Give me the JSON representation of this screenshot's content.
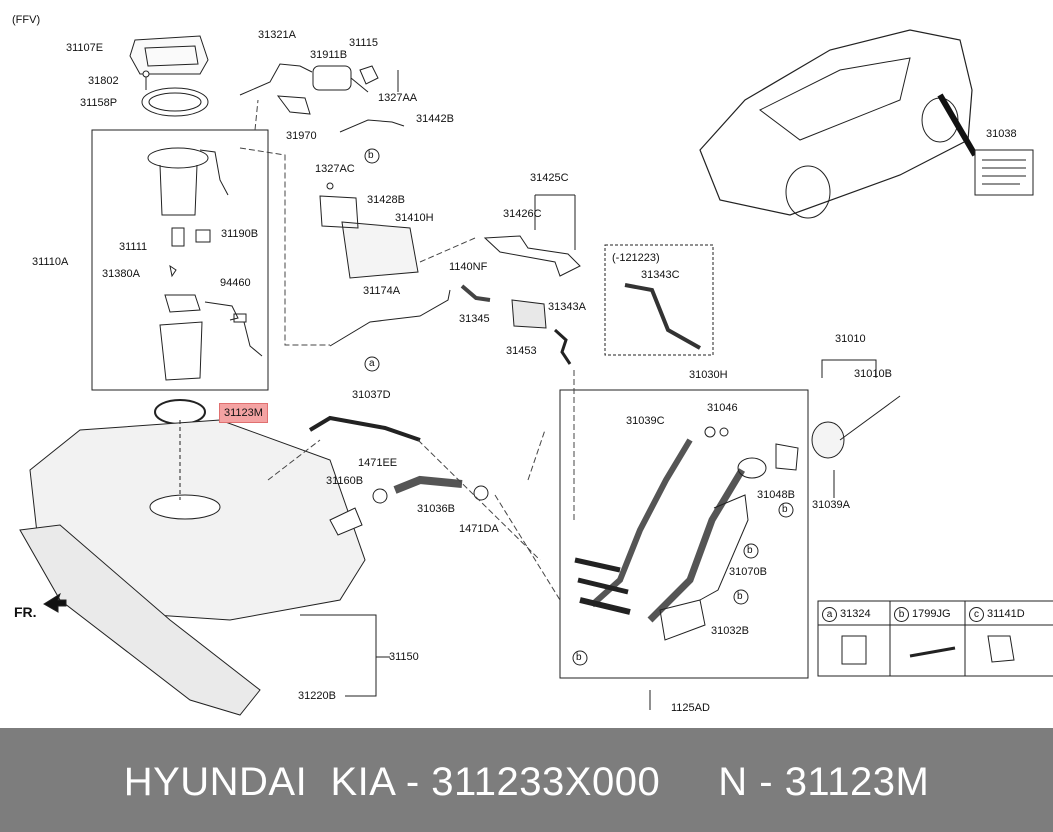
{
  "variant": "(FFV)",
  "labels": [
    {
      "id": "31107E",
      "text": "31107E"
    },
    {
      "id": "31802",
      "text": "31802"
    },
    {
      "id": "31158P",
      "text": "31158P"
    },
    {
      "id": "31321A",
      "text": "31321A"
    },
    {
      "id": "31911B",
      "text": "31911B"
    },
    {
      "id": "31115",
      "text": "31115"
    },
    {
      "id": "1327AA",
      "text": "1327AA"
    },
    {
      "id": "31970",
      "text": "31970"
    },
    {
      "id": "31442B",
      "text": "31442B"
    },
    {
      "id": "1327AC",
      "text": "1327AC"
    },
    {
      "id": "31428B",
      "text": "31428B"
    },
    {
      "id": "31410H",
      "text": "31410H"
    },
    {
      "id": "31425C",
      "text": "31425C"
    },
    {
      "id": "31426C",
      "text": "31426C"
    },
    {
      "id": "1140NF",
      "text": "1140NF"
    },
    {
      "id": "31174A",
      "text": "31174A"
    },
    {
      "id": "31345",
      "text": "31345"
    },
    {
      "id": "31343A",
      "text": "31343A"
    },
    {
      "id": "31453",
      "text": "31453"
    },
    {
      "id": "121223",
      "text": "(-121223)"
    },
    {
      "id": "31343C",
      "text": "31343C"
    },
    {
      "id": "31038",
      "text": "31038"
    },
    {
      "id": "31110A",
      "text": "31110A"
    },
    {
      "id": "31111",
      "text": "31111"
    },
    {
      "id": "31190B",
      "text": "31190B"
    },
    {
      "id": "31380A",
      "text": "31380A"
    },
    {
      "id": "94460",
      "text": "94460"
    },
    {
      "id": "31123M",
      "text": "31123M"
    },
    {
      "id": "31037D",
      "text": "31037D"
    },
    {
      "id": "1471EE",
      "text": "1471EE"
    },
    {
      "id": "31160B",
      "text": "31160B"
    },
    {
      "id": "31036B",
      "text": "31036B"
    },
    {
      "id": "1471DA",
      "text": "1471DA"
    },
    {
      "id": "31030H",
      "text": "31030H"
    },
    {
      "id": "31039C",
      "text": "31039C"
    },
    {
      "id": "31046",
      "text": "31046"
    },
    {
      "id": "31048B",
      "text": "31048B"
    },
    {
      "id": "31010",
      "text": "31010"
    },
    {
      "id": "31010B",
      "text": "31010B"
    },
    {
      "id": "31039A",
      "text": "31039A"
    },
    {
      "id": "31070B",
      "text": "31070B"
    },
    {
      "id": "31032B",
      "text": "31032B"
    },
    {
      "id": "1125AD",
      "text": "1125AD"
    },
    {
      "id": "31150",
      "text": "31150"
    },
    {
      "id": "31220B",
      "text": "31220B"
    },
    {
      "id": "FR",
      "text": "FR."
    }
  ],
  "callouts": {
    "a": "a",
    "b": "b",
    "c": "c"
  },
  "legend": [
    {
      "letter": "a",
      "part": "31324"
    },
    {
      "letter": "b",
      "part": "1799JG"
    },
    {
      "letter": "c",
      "part": "31141D"
    }
  ],
  "banner": "HYUNDAI  KIA - 311233X000     N - 31123M",
  "highlight_color": "#f4a3a3"
}
